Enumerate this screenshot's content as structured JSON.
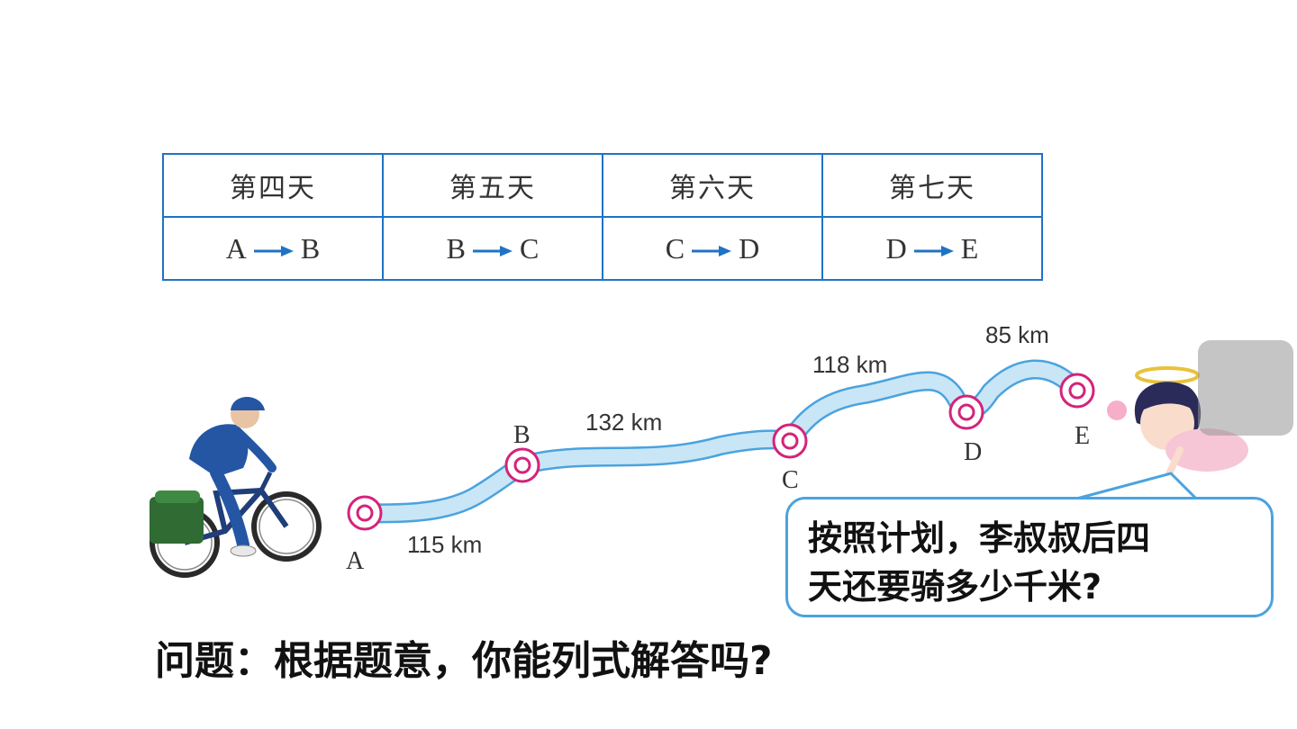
{
  "schedule": [
    {
      "day": "第四天",
      "from": "A",
      "to": "B"
    },
    {
      "day": "第五天",
      "from": "B",
      "to": "C"
    },
    {
      "day": "第六天",
      "from": "C",
      "to": "D"
    },
    {
      "day": "第七天",
      "from": "D",
      "to": "E"
    }
  ],
  "route": {
    "points": [
      "A",
      "B",
      "C",
      "D",
      "E"
    ],
    "segments": [
      {
        "label": "115 km",
        "from": "A",
        "to": "B"
      },
      {
        "label": "132 km",
        "from": "B",
        "to": "C"
      },
      {
        "label": "118 km",
        "from": "C",
        "to": "D"
      },
      {
        "label": "85 km",
        "from": "D",
        "to": "E"
      }
    ]
  },
  "speech_bubble": {
    "line1": "按照计划，李叔叔后四",
    "line2": "天还要骑多少千米?"
  },
  "question": "问题：根据题意，你能列式解答吗?",
  "colors": {
    "table_border": "#1f73c4",
    "arrow": "#1f73c4",
    "route_fill": "#c9e6f6",
    "route_edge": "#4aa3df",
    "marker": "#d4237a",
    "bubble_border": "#4aa3df"
  }
}
